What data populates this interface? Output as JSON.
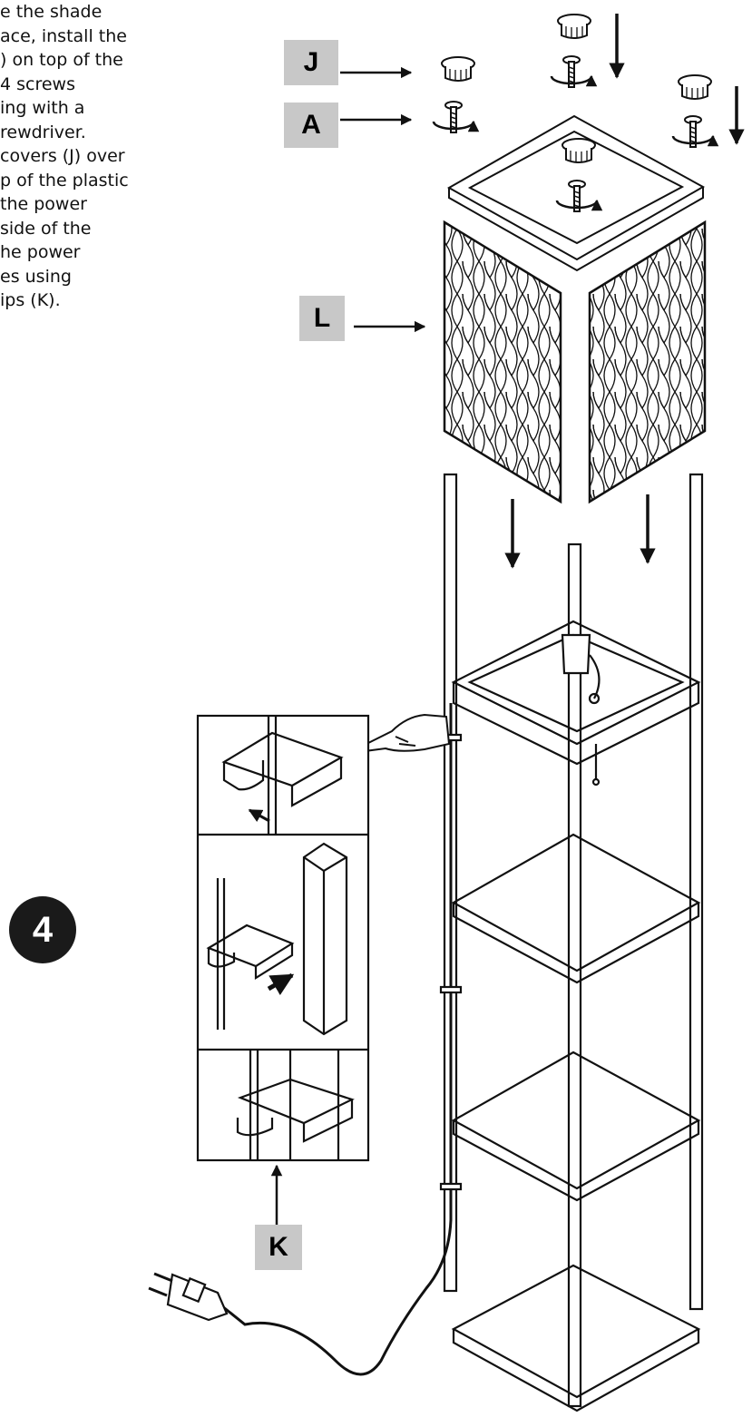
{
  "instructions": {
    "lines": [
      "e the shade",
      "ace, install the",
      ") on top of the",
      "4 screws",
      "ing with a",
      "rewdriver.",
      "covers (J) over",
      "p of the plastic",
      " the power",
      " side of the",
      "he power",
      "es using",
      "ips (K)."
    ]
  },
  "labels": {
    "J": "J",
    "A": "A",
    "L": "L",
    "K": "K"
  },
  "step_number": "4",
  "colors": {
    "tag_bg": "#c8c8c8",
    "badge_bg": "#1a1a1a",
    "line": "#111111"
  }
}
